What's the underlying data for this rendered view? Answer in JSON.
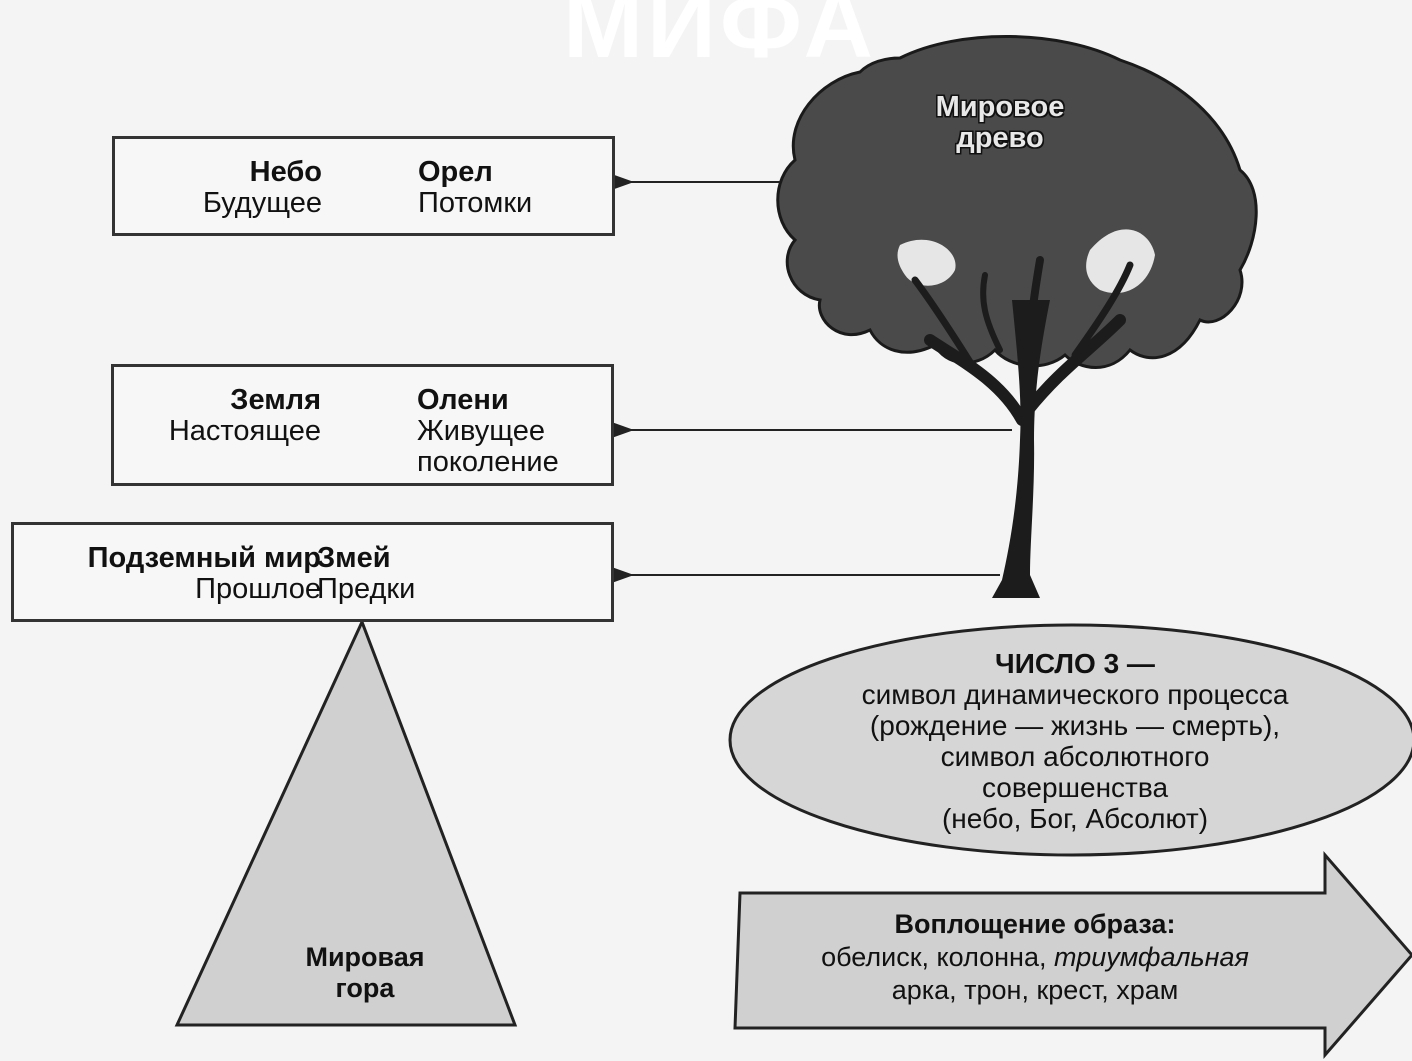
{
  "background_title": "МИФА",
  "world_tree": {
    "label_line1": "Мировое",
    "label_line2": "древо"
  },
  "levels": [
    {
      "realm": "Небо",
      "time": "Будущее",
      "creature": "Орел",
      "generation": [
        "Потомки"
      ]
    },
    {
      "realm": "Земля",
      "time": "Настоящее",
      "creature": "Олени",
      "generation": [
        "Живущее",
        "поколение"
      ]
    },
    {
      "realm": "Подземный мир",
      "time": "Прошлое",
      "creature": "Змей",
      "generation": [
        "Предки"
      ]
    }
  ],
  "world_mountain": {
    "label_line1": "Мировая",
    "label_line2": "гора"
  },
  "number_three": {
    "title": "ЧИСЛО 3 —",
    "lines": [
      "символ динамического процесса",
      "(рождение — жизнь — смерть),",
      "символ абсолютного",
      "совершенства",
      "(небо, Бог, Абсолют)"
    ]
  },
  "embodiment": {
    "title": "Воплощение образа:",
    "line2_a": "обелиск, колонна,",
    "line2_b": "триумфальная",
    "line3": "арка, трон,  крест,  храм"
  },
  "colors": {
    "tree_crown": "#4a4a4a",
    "shape_fill": "#cfcfcf",
    "outline": "#222222"
  }
}
